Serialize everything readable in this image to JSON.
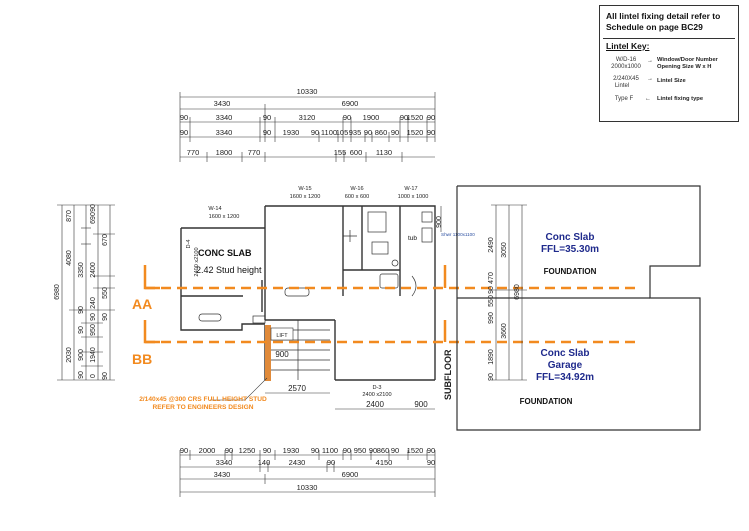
{
  "note": {
    "title": "All lintel fixing detail refer to Schedule on page BC29",
    "lintel_key_label": "Lintel Key:",
    "window_ref": "W/D-16",
    "window_size": "2000x1000",
    "window_desc_1": "Window/Door Number",
    "window_desc_2": "Opening Size W x H",
    "lintel_size_ref": "2/240X45",
    "lintel_word": "Lintel",
    "lintel_size_desc": "Lintel Size",
    "fixing_ref": "Type F",
    "fixing_desc": "Lintel fixing type"
  },
  "top_dims": {
    "total": "10330",
    "row1": [
      "3430",
      "6900"
    ],
    "row2": [
      "90",
      "3340",
      "90",
      "3120",
      "90",
      "1900",
      "90",
      "1520",
      "90"
    ],
    "row3": [
      "90",
      "3340",
      "90",
      "1930",
      "90",
      "1100",
      "105",
      "935",
      "90",
      "860",
      "90",
      "1520",
      "90"
    ],
    "row4": [
      "770",
      "1800",
      "770",
      "155",
      "600",
      "1130"
    ]
  },
  "bottom_dims": {
    "total": "10330",
    "row1": [
      "3430",
      "6900"
    ],
    "row2": [
      "3340",
      "140",
      "2430",
      "90",
      "4150",
      "90"
    ],
    "row3": [
      "90",
      "2000",
      "90",
      "1250",
      "90",
      "1930",
      "90",
      "1100",
      "90",
      "950",
      "90",
      "860",
      "90",
      "1520",
      "90"
    ]
  },
  "left_dims": {
    "total": "6980",
    "upper": [
      "4080",
      "3350",
      "870",
      "690",
      "90",
      "670",
      "2400",
      "240",
      "550",
      "90"
    ],
    "lower": [
      "2030",
      "1940",
      "90",
      "90",
      "900",
      "90",
      "950",
      "90",
      "90"
    ],
    "zero": "0"
  },
  "right_dims": {
    "total": "6980",
    "upper": [
      "2490",
      "3050",
      "470",
      "90",
      "550",
      "990"
    ],
    "lower": [
      "3660",
      "1890",
      "90"
    ]
  },
  "windows": {
    "w14": {
      "label": "W-14",
      "size": "1600 x 1200"
    },
    "w15": {
      "label": "W-15",
      "size": "1600 x 1200"
    },
    "w16": {
      "label": "W-16",
      "size": "600 x 600"
    },
    "w17": {
      "label": "W-17",
      "size": "1000 x 1000"
    },
    "d4": {
      "label": "D-4",
      "size": "2400 x2100"
    },
    "d3": {
      "label": "D-3",
      "size": "2400 x2100"
    },
    "shower": "Shwr 1100x1100"
  },
  "plan": {
    "slab_left_1": "CONC SLAB",
    "slab_left_2": "2.42 Stud height",
    "tub": "tub",
    "lift": "LIFT",
    "dim_900": "900",
    "dim_900_right": "900",
    "dim_2570": "2570",
    "dim_2400": "2400",
    "subfloor": "SUBFLOOR",
    "section_aa": "AA",
    "section_bb": "BB",
    "stud_note": "2/140x45 @300 CRS FULL HEIGHT STUD REFER TO ENGINEERS DESIGN"
  },
  "foundation": {
    "upper_slab_1": "Conc Slab",
    "upper_slab_2": "FFL=35.30m",
    "upper_foundation": "FOUNDATION",
    "garage_1": "Conc Slab",
    "garage_2": "Garage",
    "garage_3": "FFL=34.92m",
    "lower_foundation": "FOUNDATION"
  },
  "colors": {
    "line": "#333333",
    "orange": "#F28A1F",
    "blue_text": "#1F2A8C",
    "dim_red": "#C0392B"
  }
}
